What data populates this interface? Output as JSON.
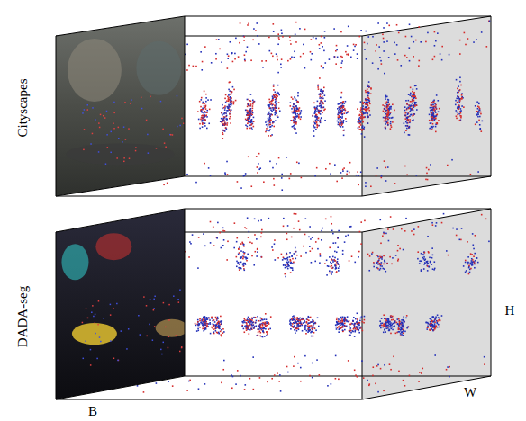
{
  "diagram": {
    "labels": [
      "Cityscapes",
      "DADA-seg",
      "B",
      "H",
      "W"
    ]
  }
}
